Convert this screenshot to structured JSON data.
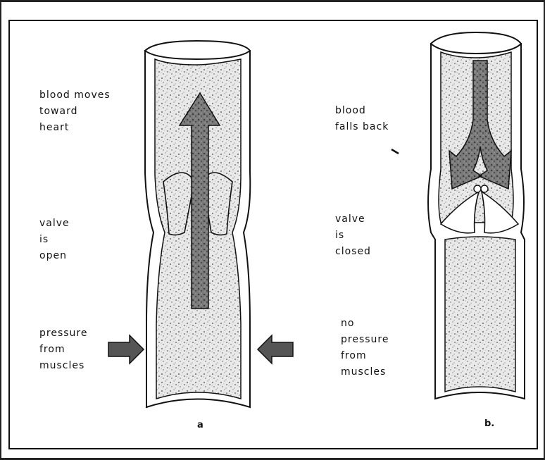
{
  "panel_a": {
    "label_top": "blood moves\ntoward\nheart",
    "label_mid": "valve\nis\nopen",
    "label_bottom": "pressure\nfrom\nmuscles",
    "caption": "a"
  },
  "panel_b": {
    "label_top": "blood\nfalls back",
    "label_mid": "valve\nis\nclosed",
    "label_bottom": "no\npressure\nfrom\nmuscles",
    "caption": "b."
  }
}
